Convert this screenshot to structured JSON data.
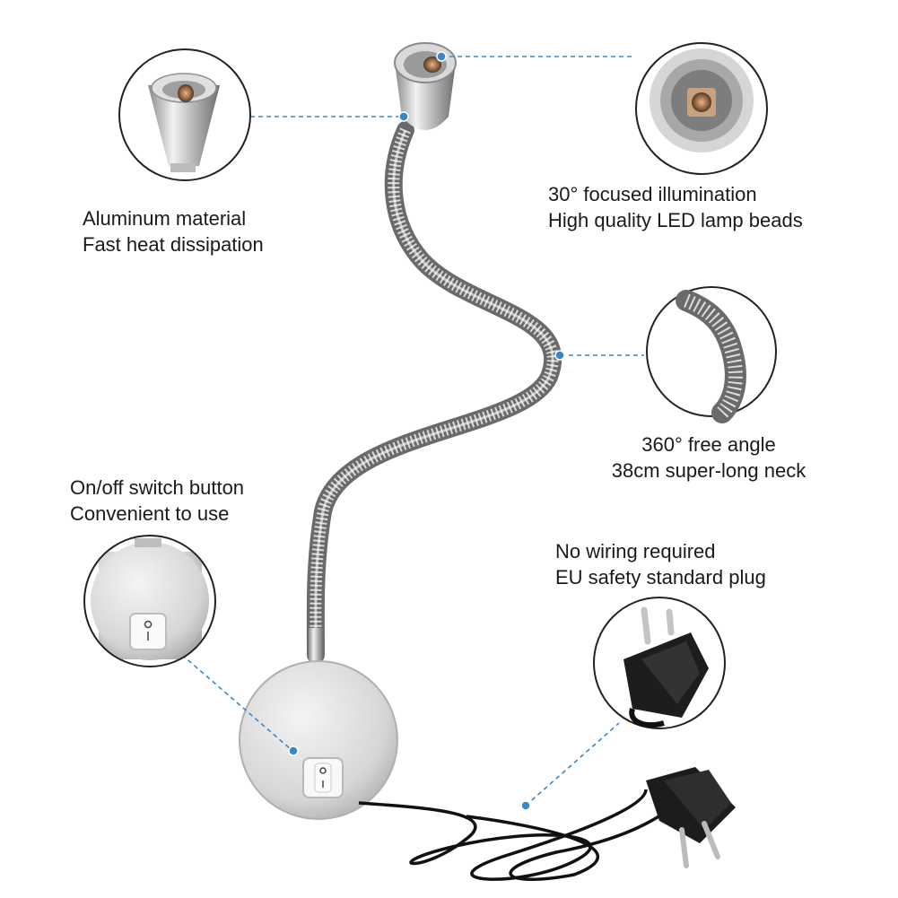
{
  "features": [
    {
      "id": "material",
      "line1": "Aluminum material",
      "line2": "Fast heat dissipation"
    },
    {
      "id": "illumination",
      "line1": "30° focused illumination",
      "line2": "High quality LED lamp beads"
    },
    {
      "id": "neck",
      "line1": "360° free angle",
      "line2": "38cm super-long neck"
    },
    {
      "id": "switch",
      "line1": "On/off switch button",
      "line2": "Convenient to use"
    },
    {
      "id": "plug",
      "line1": "No wiring required",
      "line2": "EU safety standard plug"
    }
  ],
  "colors": {
    "callout_line": "#3a86c8",
    "circle_border": "#222222",
    "aluminum": "#c9c9c9",
    "cable": "#111111",
    "text": "#1a1a1a"
  },
  "icons": [
    "lamp-head",
    "led-bead",
    "gooseneck",
    "wall-base",
    "rocker-switch",
    "eu-plug",
    "power-cable"
  ]
}
